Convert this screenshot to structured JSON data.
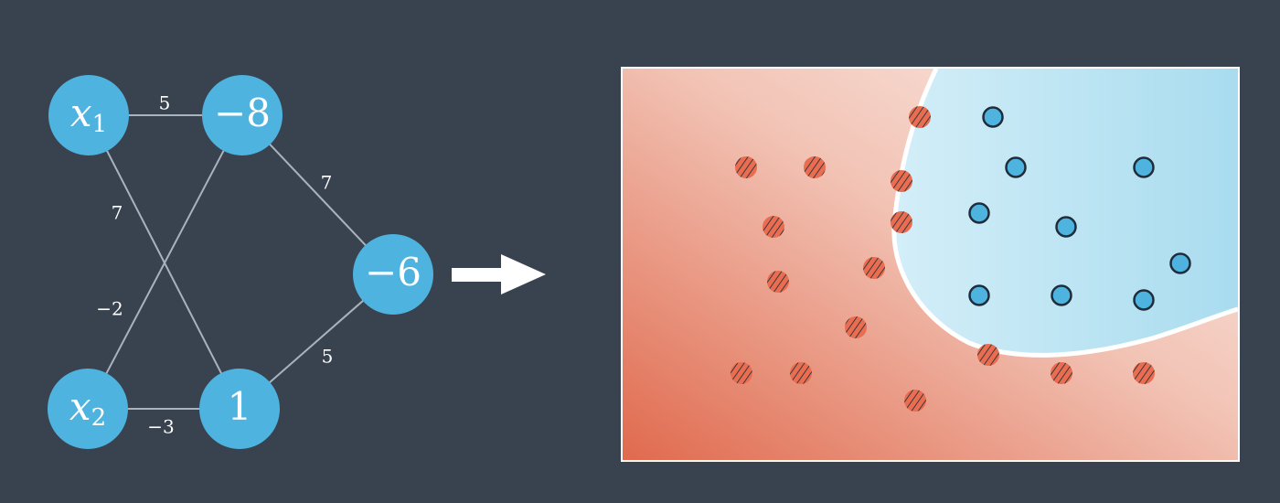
{
  "network": {
    "nodes": [
      {
        "id": "x1",
        "label": "x",
        "subscript": "1",
        "italic": true
      },
      {
        "id": "x2",
        "label": "x",
        "subscript": "2",
        "italic": true
      },
      {
        "id": "h1",
        "label": "−8",
        "subscript": "",
        "italic": false
      },
      {
        "id": "h2",
        "label": "1",
        "subscript": "",
        "italic": false
      },
      {
        "id": "out",
        "label": "−6",
        "subscript": "",
        "italic": false
      }
    ],
    "edges": [
      {
        "from": "x1",
        "to": "h1",
        "weight": "5"
      },
      {
        "from": "x1",
        "to": "h2",
        "weight": "7"
      },
      {
        "from": "x2",
        "to": "h1",
        "weight": "−2"
      },
      {
        "from": "x2",
        "to": "h2",
        "weight": "−3"
      },
      {
        "from": "h1",
        "to": "out",
        "weight": "7"
      },
      {
        "from": "h2",
        "to": "out",
        "weight": "5"
      }
    ]
  },
  "arrow_icon": "right-arrow-icon",
  "plot": {
    "region_colors": {
      "red_class": "#e06a4e",
      "blue_class": "#a9dcef",
      "boundary": "#ffffff"
    },
    "red_points": [
      {
        "x": 1.35,
        "y": 3.2
      },
      {
        "x": 2.1,
        "y": 3.2
      },
      {
        "x": 3.05,
        "y": 3.05
      },
      {
        "x": 3.25,
        "y": 3.75
      },
      {
        "x": 1.65,
        "y": 2.55
      },
      {
        "x": 3.05,
        "y": 2.6
      },
      {
        "x": 2.75,
        "y": 2.1
      },
      {
        "x": 1.7,
        "y": 1.95
      },
      {
        "x": 2.55,
        "y": 1.45
      },
      {
        "x": 1.3,
        "y": 0.95
      },
      {
        "x": 1.95,
        "y": 0.95
      },
      {
        "x": 3.2,
        "y": 0.65
      },
      {
        "x": 4.0,
        "y": 1.15
      },
      {
        "x": 4.8,
        "y": 0.95
      },
      {
        "x": 5.7,
        "y": 0.95
      }
    ],
    "blue_points": [
      {
        "x": 4.05,
        "y": 3.75
      },
      {
        "x": 4.3,
        "y": 3.2
      },
      {
        "x": 5.7,
        "y": 3.2
      },
      {
        "x": 3.9,
        "y": 2.7
      },
      {
        "x": 4.85,
        "y": 2.55
      },
      {
        "x": 6.1,
        "y": 2.15
      },
      {
        "x": 3.9,
        "y": 1.8
      },
      {
        "x": 4.8,
        "y": 1.8
      },
      {
        "x": 5.7,
        "y": 1.75
      }
    ]
  }
}
